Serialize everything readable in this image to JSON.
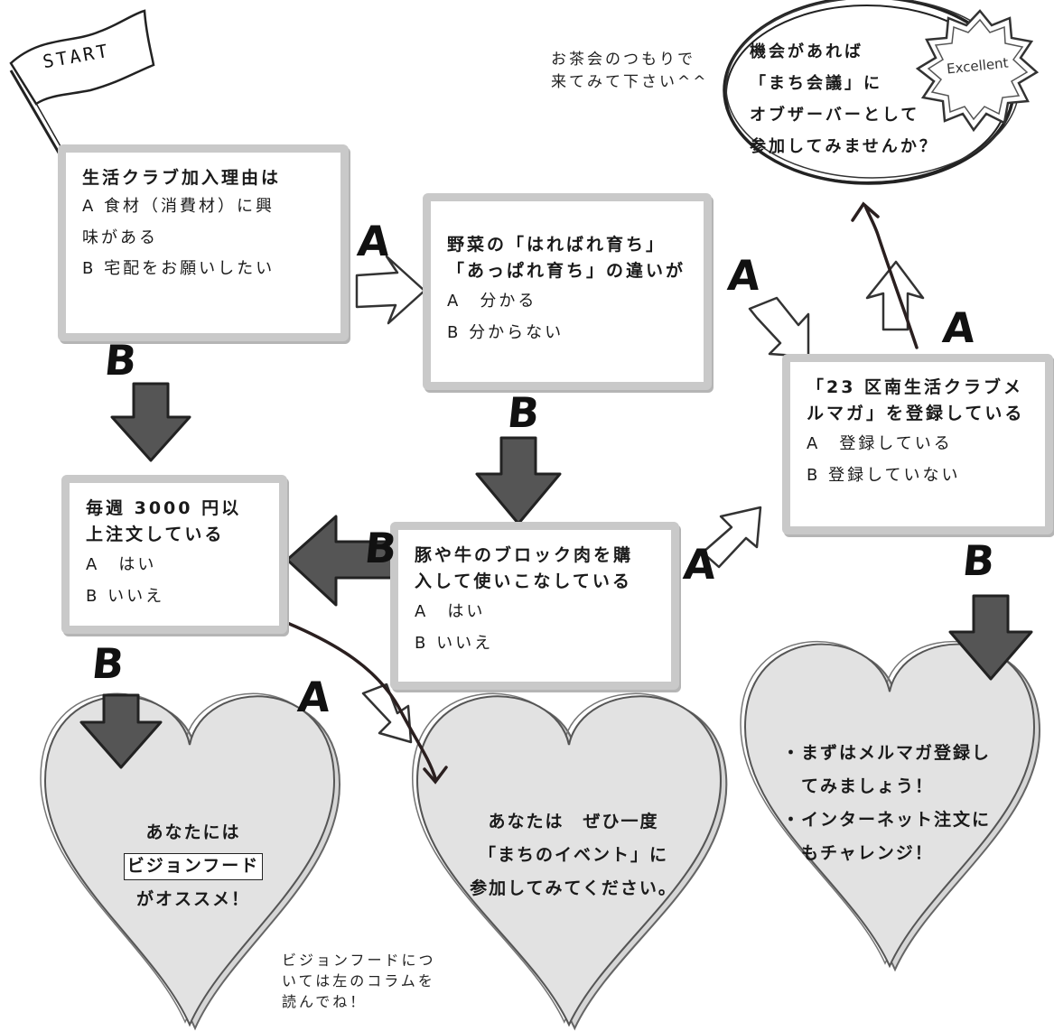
{
  "start": {
    "label": "START"
  },
  "questions": {
    "q1": {
      "lines": [
        "生活クラブ加入理由は",
        "A 食材（消費材）に興",
        "味がある",
        "B 宅配をお願いしたい"
      ]
    },
    "q2": {
      "lines": [
        "野菜の「はればれ育ち」",
        "「あっぱれ育ち」の違いが"
      ],
      "opt_a": "A　分かる",
      "opt_b": "B 分からない"
    },
    "q3": {
      "lines": [
        "「23 区南生活クラブメ",
        "ルマガ」を登録している"
      ],
      "opt_a": "A　登録している",
      "opt_b": "B 登録していない"
    },
    "q4": {
      "lines": [
        "毎週 3000 円以",
        "上注文している"
      ],
      "opt_a": "A　はい",
      "opt_b": "B いいえ"
    },
    "q5": {
      "lines": [
        "豚や牛のブロック肉を購",
        "入して使いこなしている"
      ],
      "opt_a": "A　はい",
      "opt_b": "B いいえ"
    }
  },
  "branch_letters": {
    "a": "A",
    "b": "B"
  },
  "goal": {
    "lines": [
      "機会があれば",
      "「まち会議」に",
      "オブザーバーとして",
      "参加してみませんか？"
    ],
    "badge": "Excellent"
  },
  "side_note": [
    "お茶会のつもりで",
    "来てみて下さい^^"
  ],
  "results": {
    "vision": {
      "line1": "あなたには",
      "highlight": "ビジョンフード",
      "line3": "がオススメ！"
    },
    "event": {
      "lines": [
        "あなたは　ぜひ一度",
        "「まちのイベント」に",
        "参加してみてください。"
      ]
    },
    "mailmag": {
      "lines": [
        "・まずはメルマガ登録し",
        "　てみましょう！",
        "・インターネット注文に",
        "　もチャレンジ！"
      ]
    }
  },
  "footnote": [
    "ビジョンフードにつ",
    "いては左のコラムを",
    "読んでね！"
  ],
  "colors": {
    "box_border": "#c9c9c9",
    "arrow_dark": "#555555",
    "heart_fill": "#d6d6d6",
    "ink": "#1a1a1a"
  }
}
